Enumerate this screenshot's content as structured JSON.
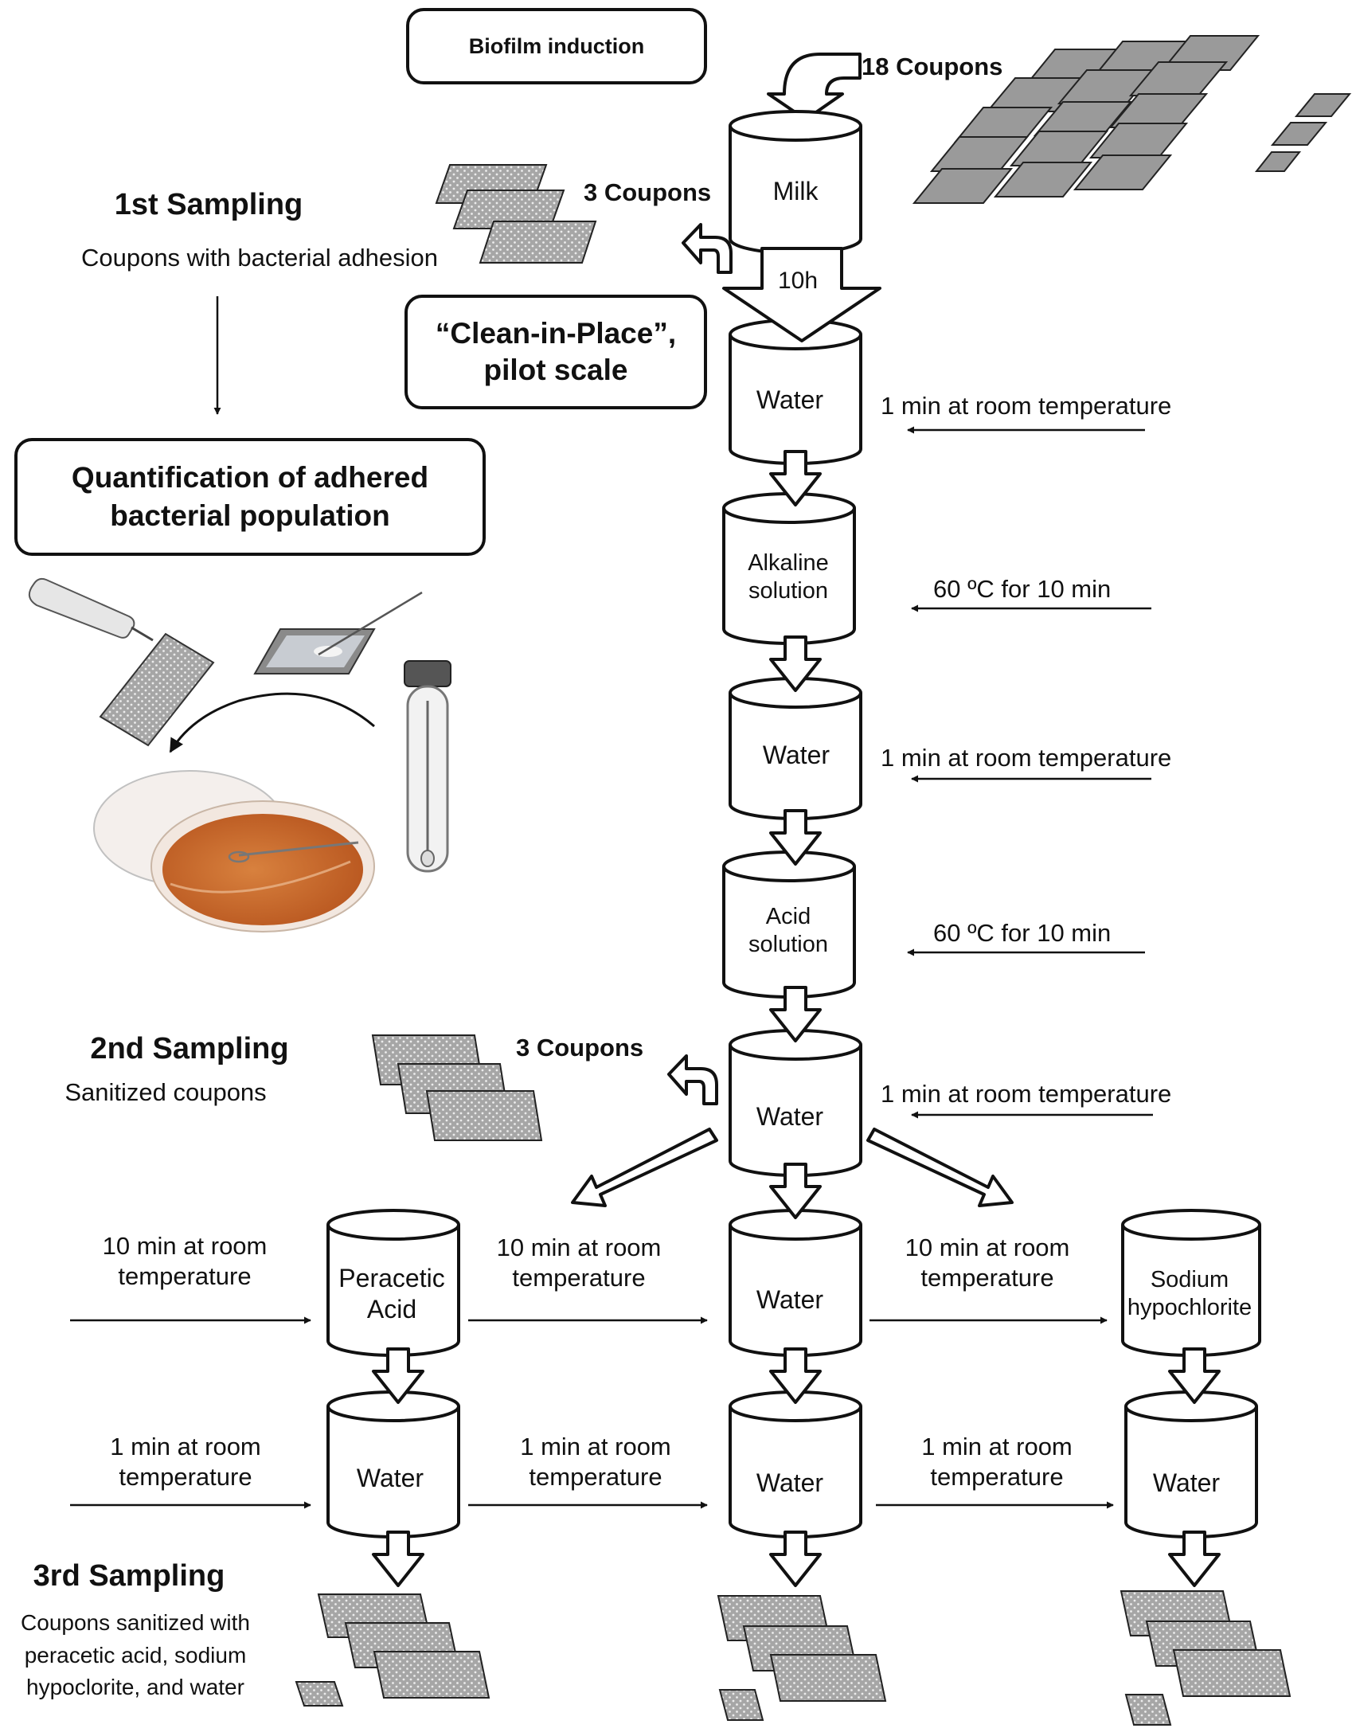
{
  "boxes": {
    "biofilm_induction": "Biofilm induction",
    "cip_line1": "“Clean-in-Place”,",
    "cip_line2": "pilot scale",
    "quant_line1": "Quantification of adhered",
    "quant_line2": "bacterial population"
  },
  "coupon_labels": {
    "initial": "18 Coupons",
    "first_removed": "3 Coupons",
    "second_removed": "3 Coupons"
  },
  "samplings": {
    "first": {
      "title": "1st Sampling",
      "subtitle": "Coupons with bacterial adhesion"
    },
    "second": {
      "title": "2nd Sampling",
      "subtitle": "Sanitized coupons"
    },
    "third": {
      "title": "3rd Sampling",
      "subtitle_lines": [
        "Coupons sanitized with",
        "peracetic acid, sodium",
        "hypoclorite, and water"
      ]
    }
  },
  "tanks": {
    "milk": "Milk",
    "water1": "Water",
    "alkaline": [
      "Alkaline",
      "solution"
    ],
    "water2": "Water",
    "acid": [
      "Acid",
      "solution"
    ],
    "water3": "Water",
    "peracetic": [
      "Peracetic",
      "Acid"
    ],
    "water_mid": "Water",
    "sodium": [
      "Sodium",
      "hypochlorite"
    ],
    "water_left_final": "Water",
    "water_mid_final": "Water",
    "water_right_final": "Water"
  },
  "step_labels": {
    "milk_duration": "10h",
    "water1": "1 min at room temperature",
    "alkaline": "60 ºC for 10 min",
    "water2": "1 min at room temperature",
    "acid": "60 ºC for 10 min",
    "water3": "1 min at room temperature",
    "sanitizer_left": [
      "10 min at room",
      "temperature"
    ],
    "sanitizer_mid": [
      "10 min at room",
      "temperature"
    ],
    "sanitizer_right": [
      "10 min at room",
      "temperature"
    ],
    "rinse_left": [
      "1 min at room",
      "temperature"
    ],
    "rinse_mid": [
      "1 min at room",
      "temperature"
    ],
    "rinse_right": [
      "1 min at room",
      "temperature"
    ]
  },
  "icons": [
    "curved-arrow-icon",
    "coupon-stack-icon",
    "pipette-icon",
    "petri-dish-icon",
    "test-tube-icon",
    "slide-icon"
  ],
  "colors": {
    "coupon_fill": "#9a9a9a",
    "dotted_coupon": "#a6a6a6",
    "agar": "#c9662b",
    "outline": "#111111"
  }
}
